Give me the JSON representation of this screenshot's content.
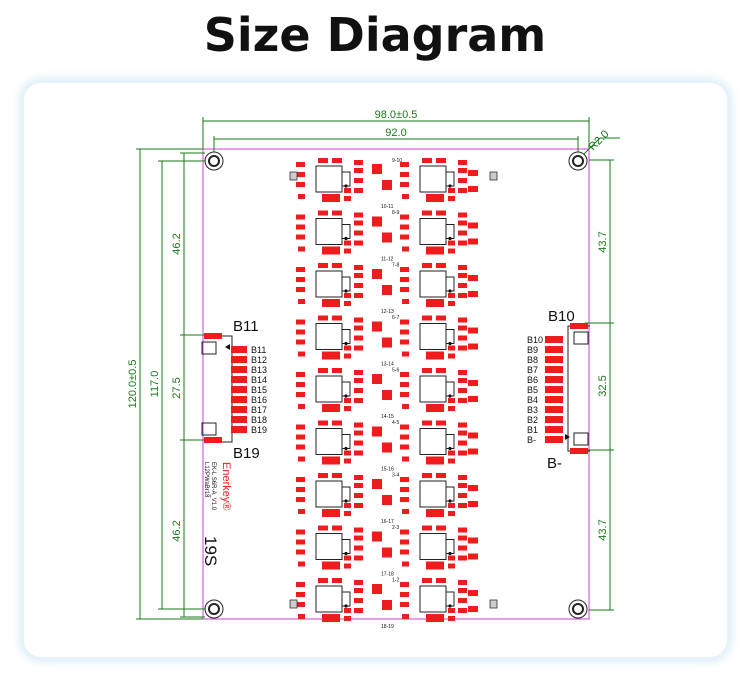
{
  "title": "Size Diagram",
  "dimensions": {
    "overall_width": "98.0±0.5",
    "hole_span_width": "92.0",
    "hole_radius": "R2.0",
    "overall_height": "120.0±0.5",
    "hole_span_height": "117.0",
    "left_top": "46.2",
    "left_mid": "27.5",
    "left_bottom": "46.2",
    "right_top": "43.7",
    "right_mid": "32.5",
    "right_bottom": "43.7"
  },
  "left_connector": {
    "top_label": "B11",
    "bottom_label": "B19",
    "pins": [
      "B11",
      "B12",
      "B13",
      "B14",
      "B15",
      "B16",
      "B17",
      "B18",
      "B19"
    ]
  },
  "right_connector": {
    "top_label": "B10",
    "bottom_label": "B-",
    "pins": [
      "B10",
      "B9",
      "B8",
      "B7",
      "B6",
      "B5",
      "B4",
      "B3",
      "B2",
      "B1",
      "B-"
    ]
  },
  "board_text": {
    "brand": "Enerkey®",
    "model": "EK-L S6R-A_V1.0",
    "date": "L12PWaBr18",
    "series": "19S"
  },
  "cell_labels": [
    "9-10",
    "10-11",
    "8-9",
    "11-12",
    "7-8",
    "12-13",
    "6-7",
    "13-14",
    "5-6",
    "14-15",
    "4-5",
    "15-16",
    "3-4",
    "16-17",
    "2-3",
    "17-18",
    "1-2",
    "18-19"
  ],
  "colors": {
    "pad_red": "#ee1c1c",
    "board_outline": "#d13cd1",
    "dimension_green": "#1a7a1a",
    "card_shadow": "#b4dceb"
  }
}
